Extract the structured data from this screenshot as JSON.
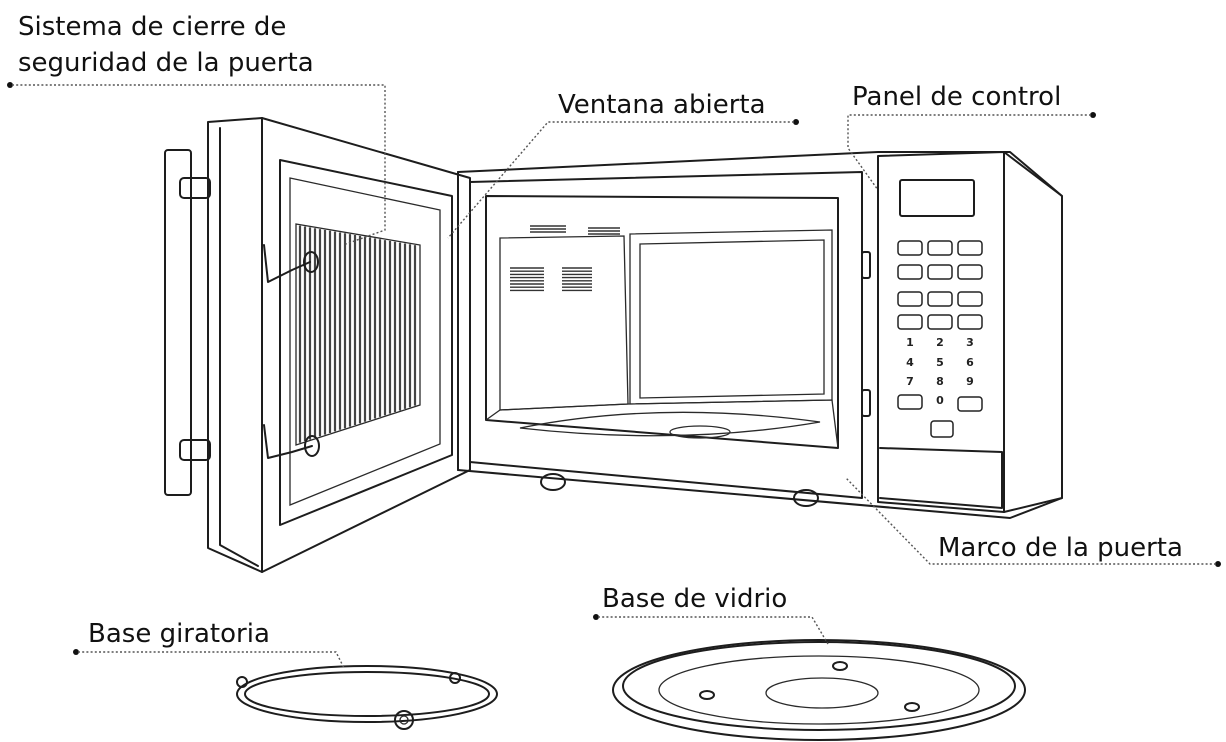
{
  "labels": {
    "door_lock_line1": "Sistema de cierre de",
    "door_lock_line2": "seguridad de la puerta",
    "window": "Ventana abierta",
    "control_panel": "Panel de control",
    "door_frame": "Marco de la puerta",
    "turntable_ring": "Base giratoria",
    "glass_tray": "Base de vidrio"
  },
  "keypad": {
    "digits": [
      "1",
      "2",
      "3",
      "4",
      "5",
      "6",
      "7",
      "8",
      "9",
      "0"
    ]
  },
  "colors": {
    "ink": "#1d1d1d",
    "background": "#ffffff"
  }
}
